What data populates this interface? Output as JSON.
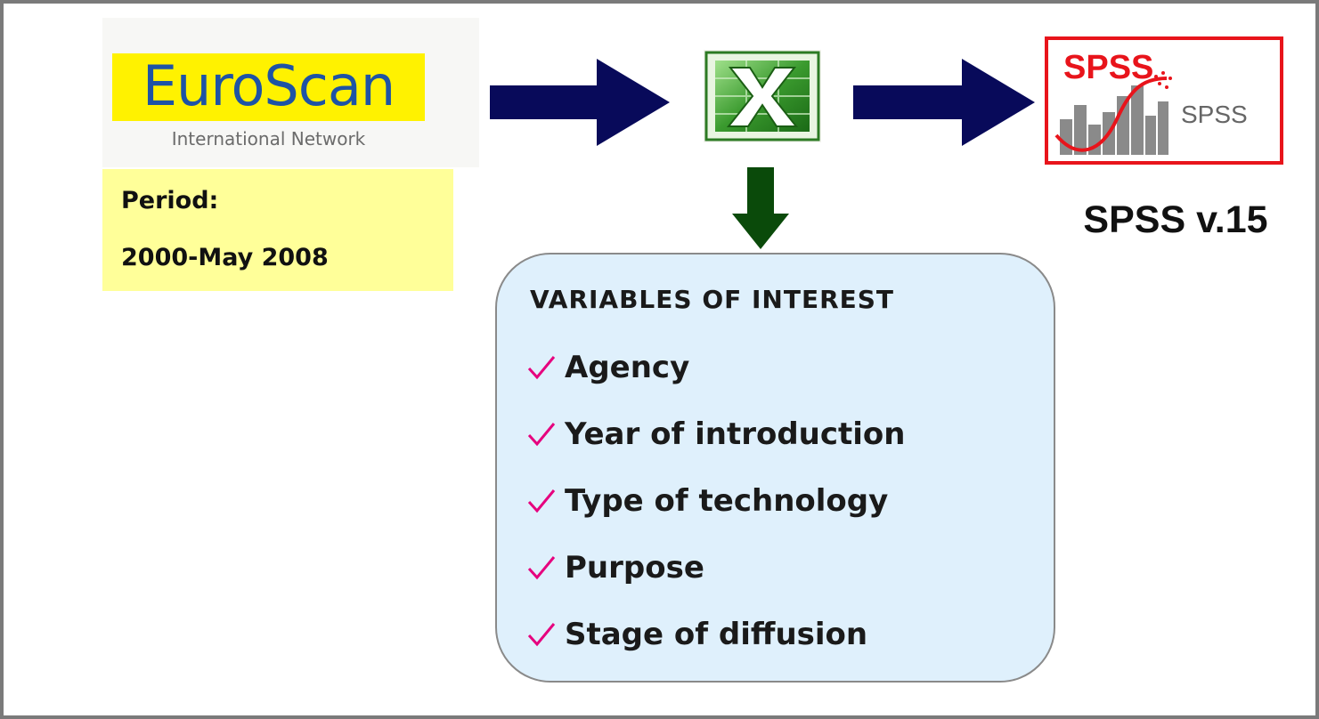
{
  "logo": {
    "name": "EuroScan",
    "subtitle": "International Network"
  },
  "period": {
    "label": "Period:",
    "value": "2000-May 2008"
  },
  "spss": {
    "icon_text_big": "SPSS",
    "icon_text_small": "SPSS",
    "label": "SPSS v.15"
  },
  "variables": {
    "title": "VARIABLES OF INTEREST",
    "items": [
      "Agency",
      "Year of introduction",
      "Type of technology",
      "Purpose",
      "Stage of diffusion"
    ]
  },
  "colors": {
    "arrow_horizontal": "#080a5a",
    "arrow_down": "#0a4a0a",
    "logo_yellow": "#fff200",
    "logo_blue": "#1e53a5",
    "period_bg": "#ffff99",
    "variables_bg": "#dff0fc",
    "check": "#e6007e",
    "spss_border": "#e8141b"
  },
  "icons": [
    "euroscan-logo",
    "excel-icon",
    "spss-icon",
    "check-icon",
    "arrow-right-icon",
    "arrow-down-icon"
  ]
}
